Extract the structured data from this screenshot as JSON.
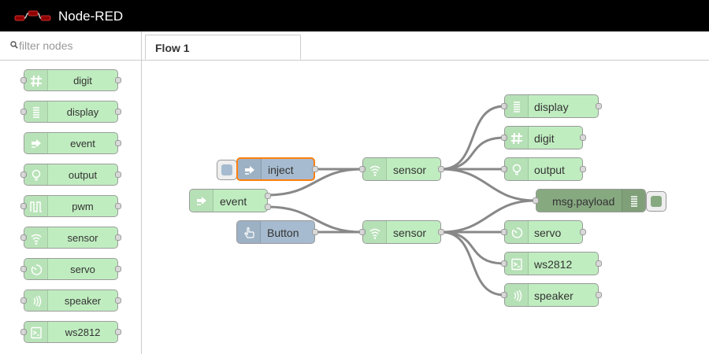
{
  "app": {
    "title": "Node-RED"
  },
  "palette": {
    "search": {
      "placeholder": "filter nodes"
    },
    "nodes": [
      {
        "label": "digit",
        "icon": "hash-icon"
      },
      {
        "label": "display",
        "icon": "display-icon"
      },
      {
        "label": "event",
        "icon": "event-arrow-icon"
      },
      {
        "label": "output",
        "icon": "bulb-icon"
      },
      {
        "label": "pwm",
        "icon": "pwm-icon"
      },
      {
        "label": "sensor",
        "icon": "wifi-icon"
      },
      {
        "label": "servo",
        "icon": "servo-icon"
      },
      {
        "label": "speaker",
        "icon": "speaker-icon"
      },
      {
        "label": "ws2812",
        "icon": "ws2812-icon"
      }
    ]
  },
  "tabs": [
    {
      "label": "Flow 1"
    }
  ],
  "flow": {
    "nodes": {
      "inject": {
        "label": "inject",
        "icon": "inject-arrow-icon",
        "color": "#a6bbcf"
      },
      "event": {
        "label": "event",
        "icon": "event-arrow-icon",
        "color": "#c0edc0"
      },
      "button": {
        "label": "Button",
        "icon": "hand-icon",
        "color": "#a6bbcf"
      },
      "sensor1": {
        "label": "sensor",
        "icon": "wifi-icon",
        "color": "#c0edc0"
      },
      "sensor2": {
        "label": "sensor",
        "icon": "wifi-icon",
        "color": "#c0edc0"
      },
      "display": {
        "label": "display",
        "icon": "display-icon",
        "color": "#c0edc0"
      },
      "digit": {
        "label": "digit",
        "icon": "hash-icon",
        "color": "#c0edc0"
      },
      "output": {
        "label": "output",
        "icon": "bulb-icon",
        "color": "#c0edc0"
      },
      "debug": {
        "label": "msg.payload",
        "icon": "debug-list-icon",
        "color": "#87a980"
      },
      "servo": {
        "label": "servo",
        "icon": "servo-icon",
        "color": "#c0edc0"
      },
      "ws2812": {
        "label": "ws2812",
        "icon": "ws2812-icon",
        "color": "#c0edc0"
      },
      "speaker": {
        "label": "speaker",
        "icon": "speaker-icon",
        "color": "#c0edc0"
      }
    },
    "colors": {
      "wire": "#888888",
      "selected": "#ff7f0e"
    }
  }
}
